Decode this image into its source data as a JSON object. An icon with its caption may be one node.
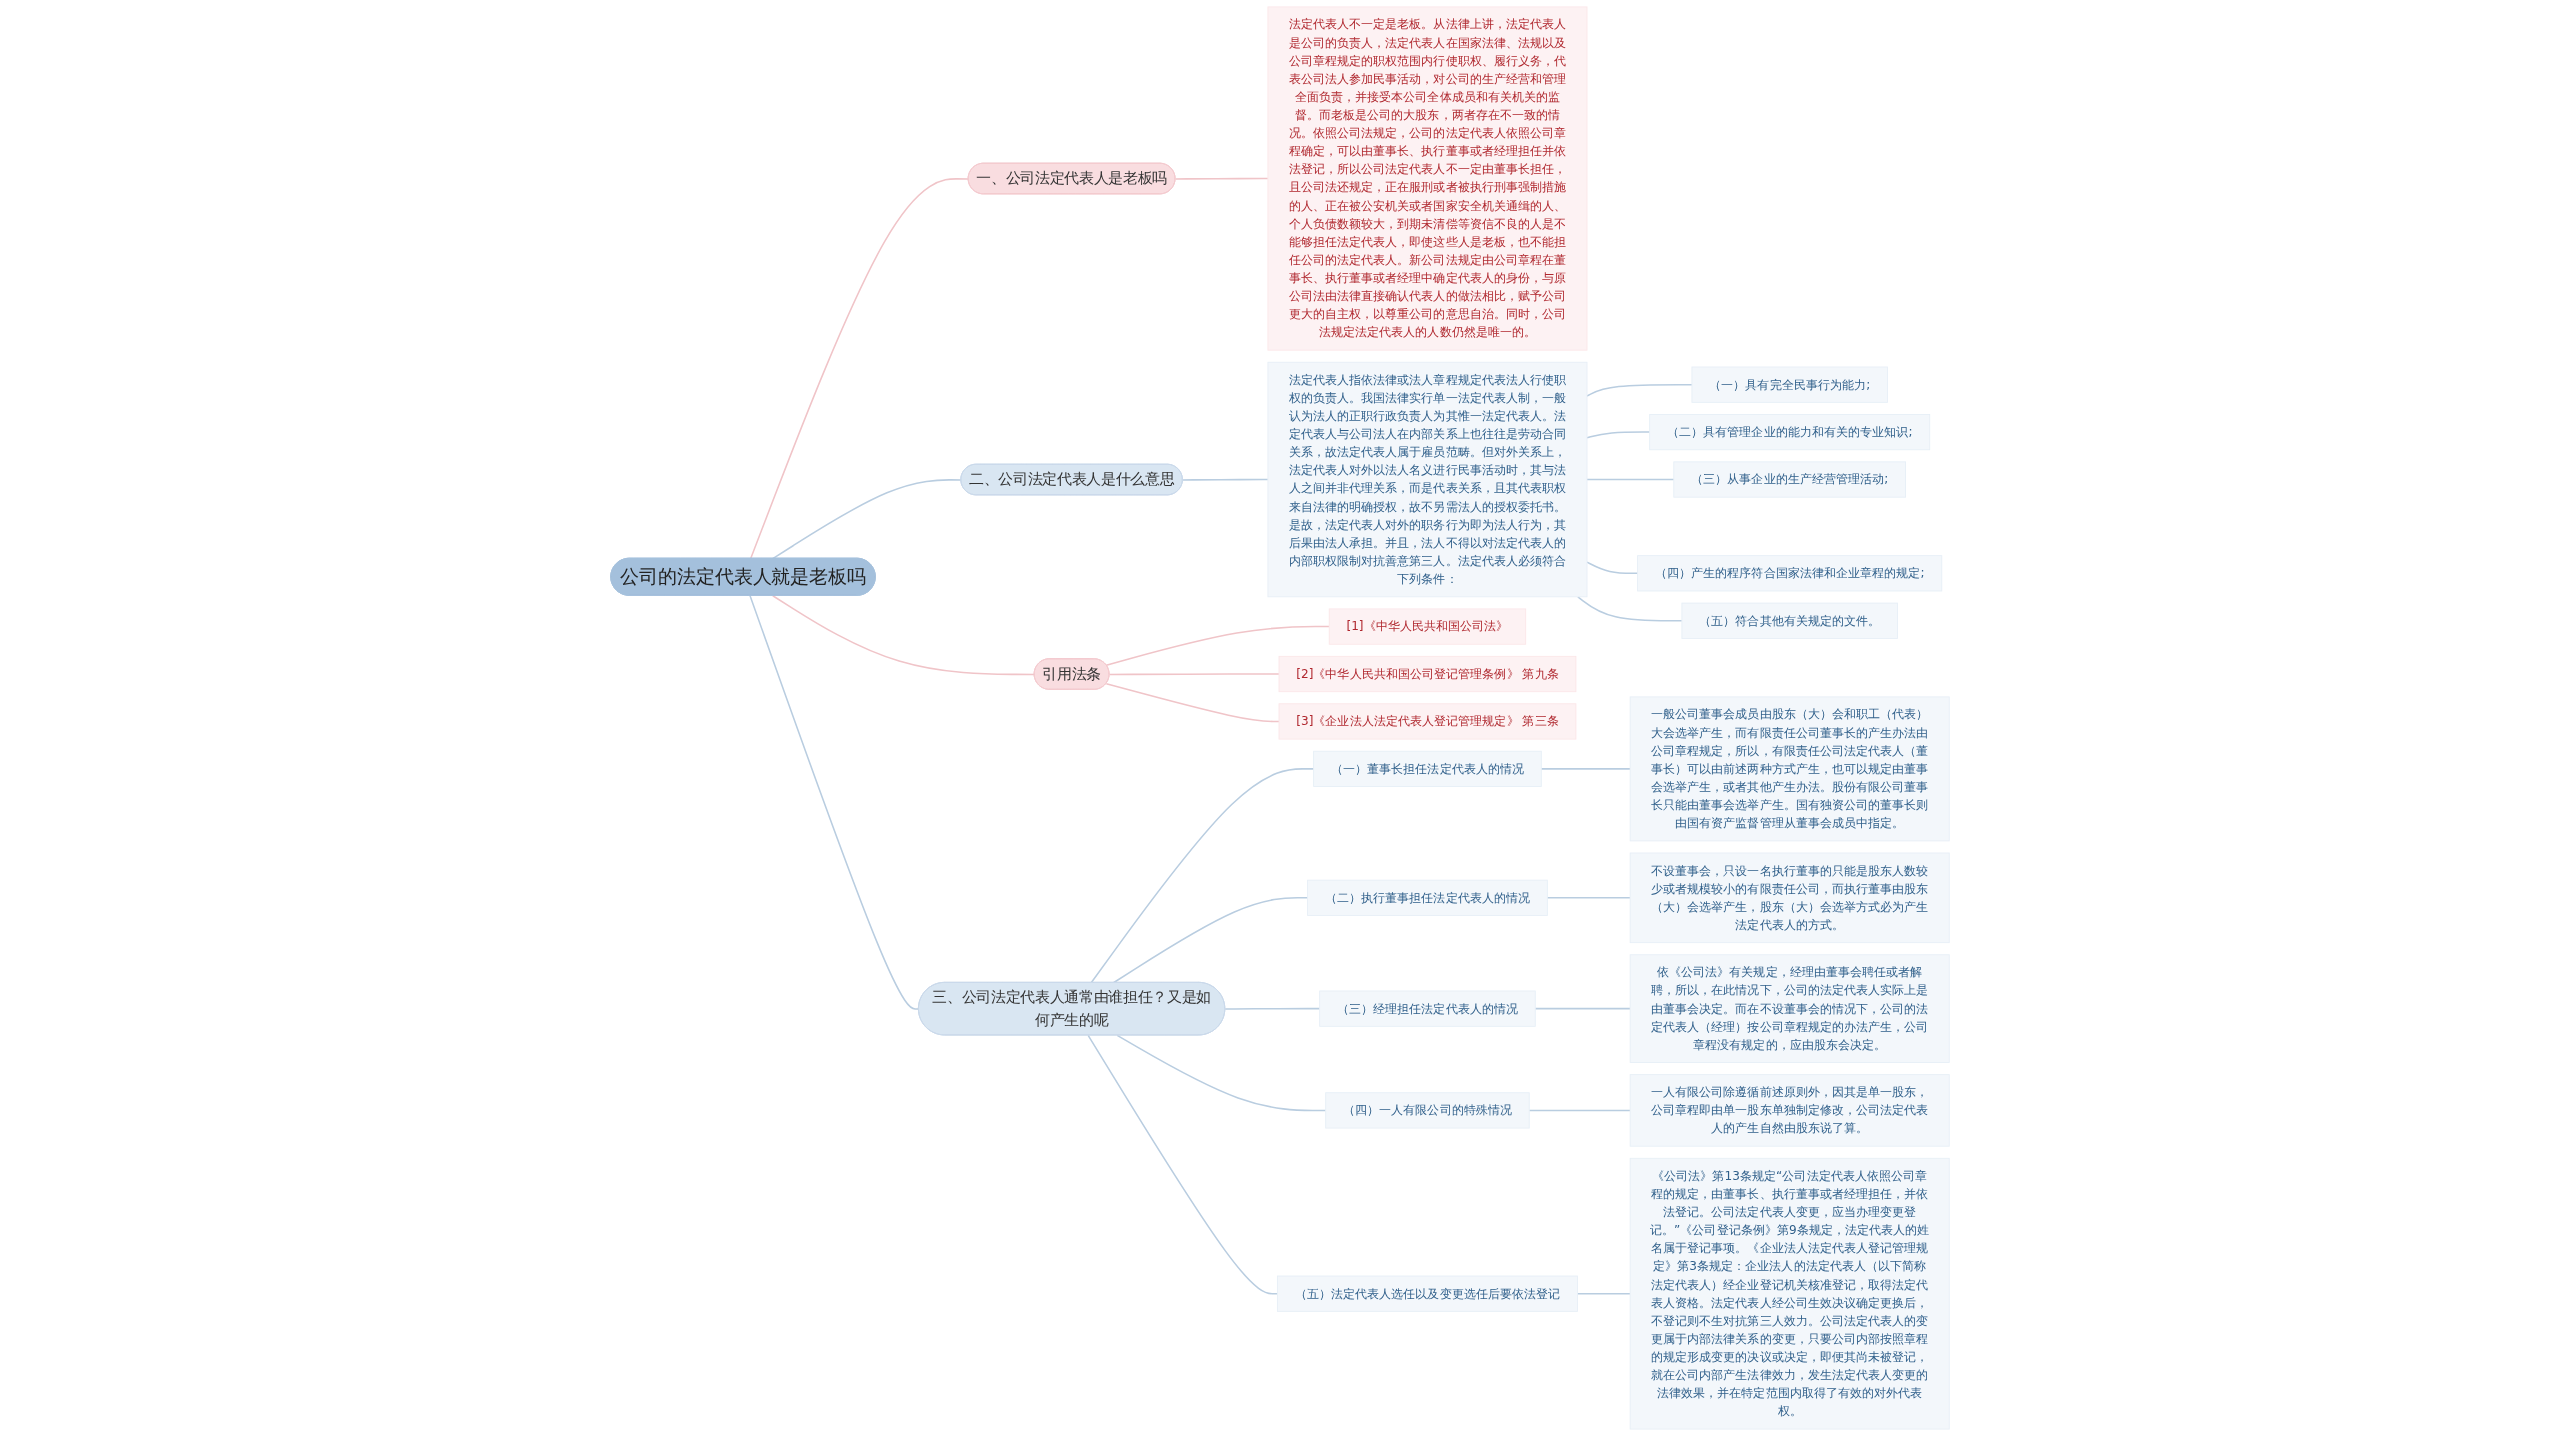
{
  "diagram": {
    "nodes": [
      {
        "text": [
          "公司的法定代表人就是老板吗"
        ]
      },
      {
        "text": [
          "一、公司法定代表人是老板吗"
        ]
      },
      {
        "text": [
          "法定代表人不一定是老板。从法律上讲，法定代表人是公司的负责人，法定代表人在国家法律、法规以及公司章程规定的职权范围内行使职权、履行义务，代表公司法人参加民事活动，对公司的生产经营和管理全面负责，并接受本公司全体成员和有关机关的监督。而老板是公司的大股东，两者存在不一致的情况。依照公司法规定，公司的法定代表人依照公司章程确定，可以由董事长、执行董事或者经理担任并依法登记，所以公司法定代表人不一定由董事长担任，且公司法还规定，正在服刑或者被执行刑事强制措施的人、正在被公安机关或者国家安全机关通缉的人、个人负债数额较大，到期未清偿等资信不良的人是不能够担任法定代表人，即使这些人是老板，也不能担任公司的法定代表人。新公司法规定由公司章程在董事长、执行董事或者经理中确定代表人的身份，与原公司法由法律直接确认代表人的做法相比，赋予公司更大的自主权，以尊重公司的意思自治。同时，公司法规定法定代表人的人数仍然是唯一的。"
        ]
      },
      {
        "text": [
          "二、公司法定代表人是什么意思"
        ]
      },
      {
        "text": [
          "法定代表人指依法律或法人章程规定代表法人行使职权的负责人。我国法律实行单一法定代表人制，一般认为法人的正职行政负责人为其惟一法定代表人。法定代表人与公司法人在内部关系上也往往是劳动合同关系，故法定代表人属于雇员范畴。但对外关系上，法定代表人对外以法人名义进行民事活动时，其与法人之间并非代理关系，而是代表关系，且其代表职权来自法律的明确授权，故不另需法人的授权委托书。是故，法定代表人对外的职务行为即为法人行为，其后果由法人承担。并且，法人不得以对法定代表人的内部职权限制对抗善意第三人。法定代表人必须符合下列条件："
        ]
      },
      {
        "text": [
          "（一）具有完全民事行为能力;"
        ]
      },
      {
        "text": [
          "（二）具有管理企业的能力和有关的专业知识;"
        ]
      },
      {
        "text": [
          "（三）从事企业的生产经营管理活动;"
        ]
      },
      {
        "text": [
          "（四）产生的程序符合国家法律和企业章程的规定;"
        ]
      },
      {
        "text": [
          "（五）符合其他有关规定的文件。"
        ]
      },
      {
        "text": [
          "引用法条"
        ]
      },
      {
        "text": [
          "[1]《中华人民共和国公司法》"
        ]
      },
      {
        "text": [
          "[2]《中华人民共和国公司登记管理条例》 第九条"
        ]
      },
      {
        "text": [
          "[3]《企业法人法定代表人登记管理规定》 第三条"
        ]
      },
      {
        "text": [
          "三、公司法定代表人通常由谁担任？又是如何产生的呢"
        ]
      },
      {
        "text": [
          "（一）董事长担任法定代表人的情况"
        ]
      },
      {
        "text": [
          "一般公司董事会成员由股东（大）会和职工（代表）大会选举产生，而有限责任公司董事长的产生办法由公司章程规定，所以，有限责任公司法定代表人（董事长）可以由前述两种方式产生，也可以规定由董事会选举产生，或者其他产生办法。股份有限公司董事长只能由董事会选举产生。国有独资公司的董事长则由国有资产监督管理从董事会成员中指定。"
        ]
      },
      {
        "text": [
          "（二）执行董事担任法定代表人的情况"
        ]
      },
      {
        "text": [
          "不设董事会，只设一名执行董事的只能是股东人数较少或者规模较小的有限责任公司，而执行董事由股东（大）会选举产生，股东（大）会选举方式必为产生法定代表人的方式。"
        ]
      },
      {
        "text": [
          "（三）经理担任法定代表人的情况"
        ]
      },
      {
        "text": [
          "依《公司法》有关规定，经理由董事会聘任或者解聘，所以，在此情况下，公司的法定代表人实际上是由董事会决定。而在不设董事会的情况下，公司的法定代表人（经理）按公司章程规定的办法产生，公司章程没有规定的，应由股东会决定。"
        ]
      },
      {
        "text": [
          "（四）一人有限公司的特殊情况"
        ]
      },
      {
        "text": [
          "一人有限公司除遵循前述原则外，因其是单一股东，公司章程即由单一股东单独制定修改，公司法定代表人的产生自然由股东说了算。"
        ]
      },
      {
        "text": [
          "（五）法定代表人选任以及变更选任后要依法登记"
        ]
      },
      {
        "text": [
          "《公司法》第13条规定“公司法定代表人依照公司章程的规定，由董事长、执行董事或者经理担任，并依法登记。公司法定代表人变更，应当办理变更登记。”《公司登记条例》第9条规定，法定代表人的姓名属于登记事项。《企业法人法定代表人登记管理规定》第3条规定：企业法人的法定代表人（以下简称法定代表人）经企业登记机关核准登记，取得法定代表人资格。法定代表人经公司生效决议确定更换后，不登记则不生对抗第三人效力。公司法定代表人的变更属于内部法律关系的变更，只要公司内部按照章程的规定形成变更的决议或决定，即便其尚未被登记，就在公司内部产生法律效力，发生法定代表人变更的法律效果，并在特定范围内取得了有效的对外代表权。"
        ]
      }
    ],
    "edges": [
      {
        "from": 0,
        "to": 1,
        "arrow": "none",
        "color": "#f0c4c8"
      },
      {
        "from": 1,
        "to": 2,
        "arrow": "none",
        "color": "#f0c4c8"
      },
      {
        "from": 0,
        "to": 3,
        "arrow": "none"
      },
      {
        "from": 3,
        "to": 4,
        "arrow": "none"
      },
      {
        "from": 4,
        "to": 5,
        "arrow": "none"
      },
      {
        "from": 4,
        "to": 6,
        "arrow": "none"
      },
      {
        "from": 4,
        "to": 7,
        "arrow": "none"
      },
      {
        "from": 4,
        "to": 8,
        "arrow": "none"
      },
      {
        "from": 4,
        "to": 9,
        "arrow": "none"
      },
      {
        "from": 0,
        "to": 10,
        "arrow": "none",
        "color": "#f0c4c8"
      },
      {
        "from": 10,
        "to": 11,
        "arrow": "none",
        "color": "#f0c4c8"
      },
      {
        "from": 10,
        "to": 12,
        "arrow": "none",
        "color": "#f0c4c8"
      },
      {
        "from": 10,
        "to": 13,
        "arrow": "none",
        "color": "#f0c4c8"
      },
      {
        "from": 0,
        "to": 14,
        "arrow": "none"
      },
      {
        "from": 14,
        "to": 15,
        "arrow": "none"
      },
      {
        "from": 15,
        "to": 16,
        "arrow": "none"
      },
      {
        "from": 14,
        "to": 17,
        "arrow": "none"
      },
      {
        "from": 17,
        "to": 18,
        "arrow": "none"
      },
      {
        "from": 14,
        "to": 19,
        "arrow": "none"
      },
      {
        "from": 19,
        "to": 20,
        "arrow": "none"
      },
      {
        "from": 14,
        "to": 21,
        "arrow": "none"
      },
      {
        "from": 21,
        "to": 22,
        "arrow": "none"
      },
      {
        "from": 14,
        "to": 23,
        "arrow": "none"
      },
      {
        "from": 23,
        "to": 24,
        "arrow": "none"
      }
    ]
  }
}
